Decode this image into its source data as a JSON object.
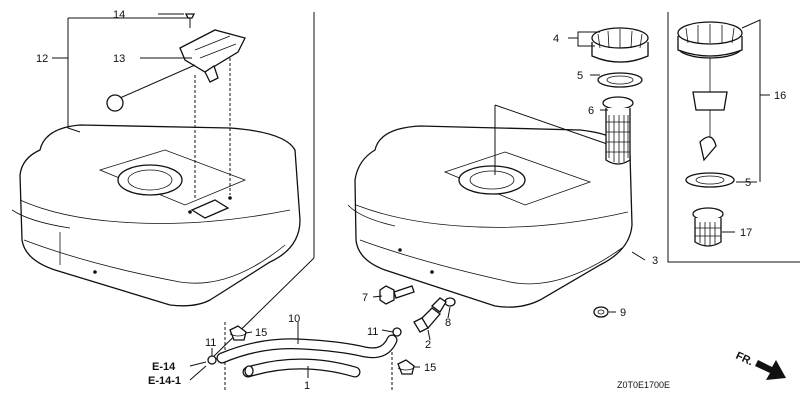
{
  "labels": {
    "p1": "1",
    "p2": "2",
    "p3": "3",
    "p4": "4",
    "p5a": "5",
    "p5b": "5",
    "p6": "6",
    "p7": "7",
    "p8": "8",
    "p9": "9",
    "p10": "10",
    "p11a": "11",
    "p11b": "11",
    "p12": "12",
    "p13": "13",
    "p14": "14",
    "p15a": "15",
    "p15b": "15",
    "p16": "16",
    "p17": "17"
  },
  "refs": {
    "e14": "E-14",
    "e141": "E-14-1"
  },
  "front_marker": "FR.",
  "diagram_code": "Z0T0E1700E"
}
